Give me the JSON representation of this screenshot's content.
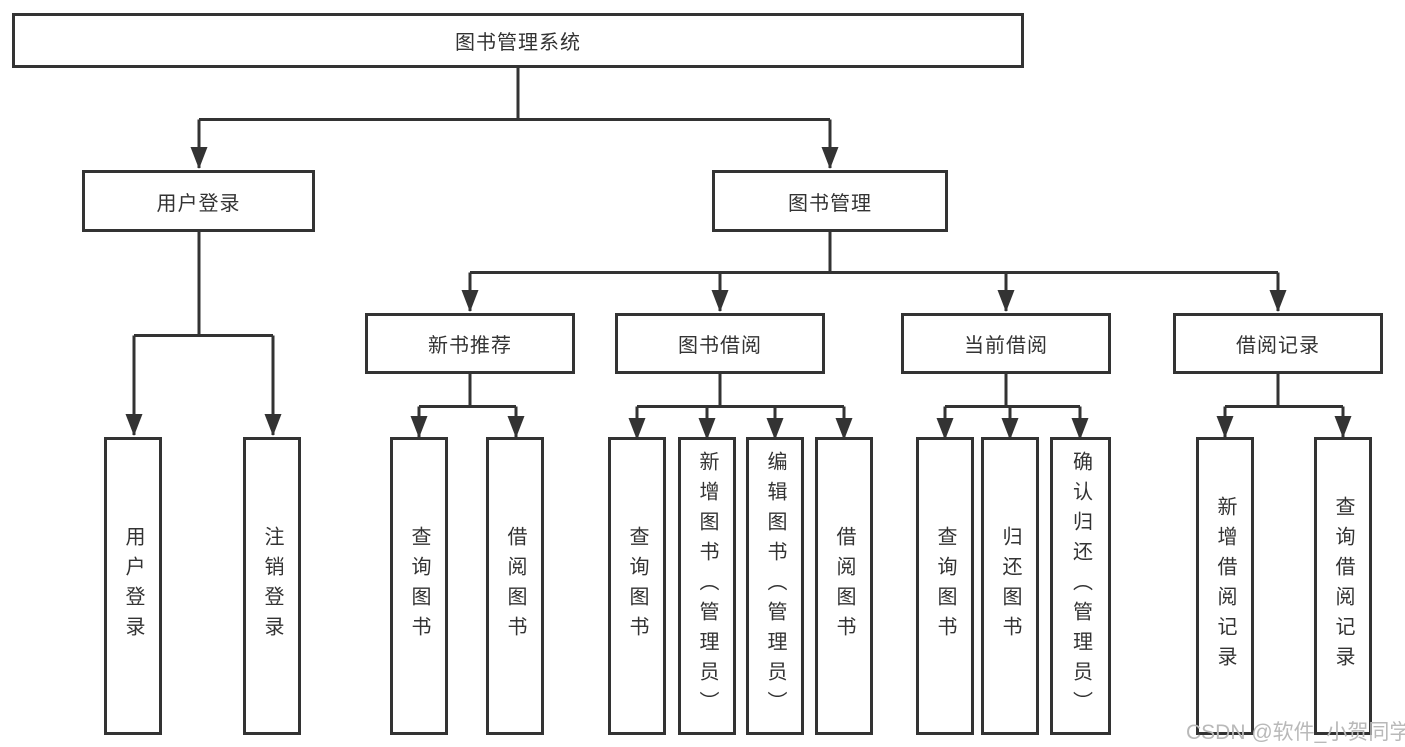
{
  "tree": {
    "root": {
      "label": "图书管理系统",
      "children": [
        {
          "label": "用户登录",
          "children": [
            {
              "label": "用户登录"
            },
            {
              "label": "注销登录"
            }
          ]
        },
        {
          "label": "图书管理",
          "children": [
            {
              "label": "新书推荐",
              "children": [
                {
                  "label": "查询图书"
                },
                {
                  "label": "借阅图书"
                }
              ]
            },
            {
              "label": "图书借阅",
              "children": [
                {
                  "label": "查询图书"
                },
                {
                  "label": "新增图书（管理员）"
                },
                {
                  "label": "编辑图书（管理员）"
                },
                {
                  "label": "借阅图书"
                }
              ]
            },
            {
              "label": "当前借阅",
              "children": [
                {
                  "label": "查询图书"
                },
                {
                  "label": "归还图书"
                },
                {
                  "label": "确认归还（管理员）"
                }
              ]
            },
            {
              "label": "借阅记录",
              "children": [
                {
                  "label": "新增借阅记录"
                },
                {
                  "label": "查询借阅记录"
                }
              ]
            }
          ]
        }
      ]
    }
  },
  "watermark": {
    "text": "CSDN @软件_小贺同学"
  },
  "colors": {
    "line": "#333333",
    "text": "#333333",
    "box_background": "#ffffff",
    "watermark": "#b9b9b9",
    "background": "#ffffff"
  }
}
